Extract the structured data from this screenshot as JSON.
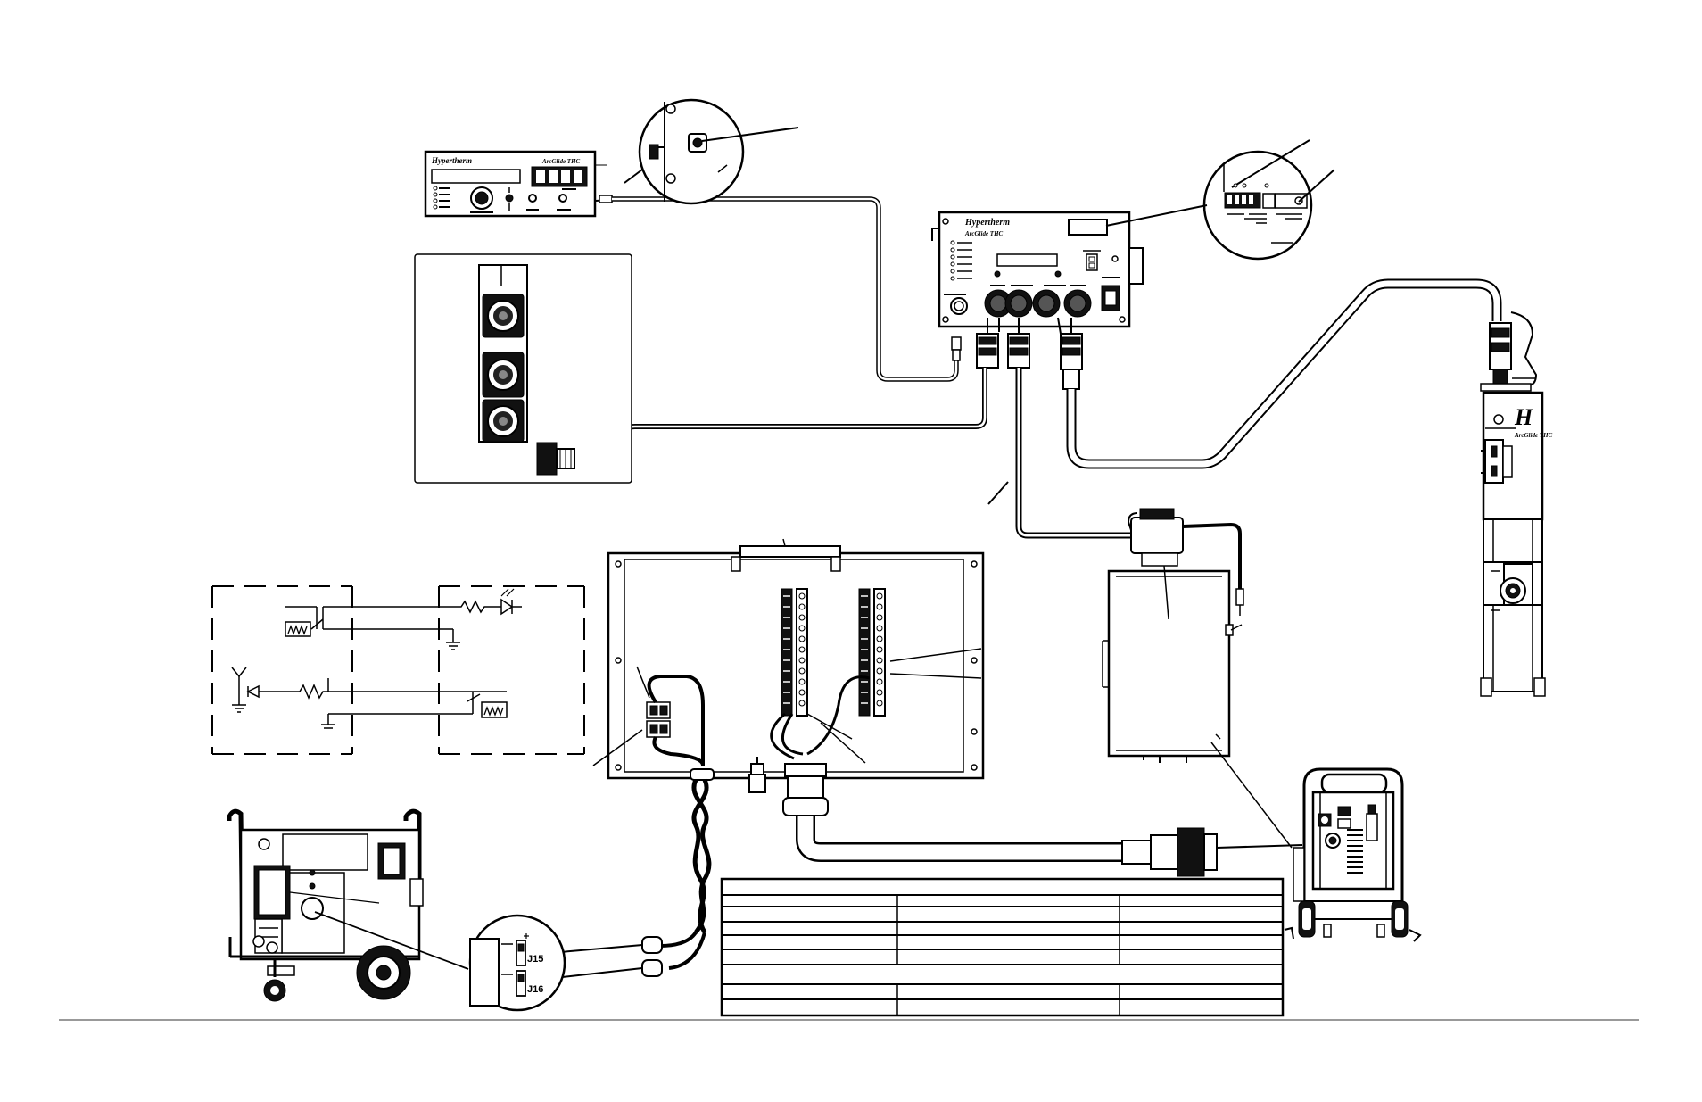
{
  "labels": {
    "control_brand": "Hypertherm",
    "control_model": "ArcGlide THC",
    "module_brand": "Hypertherm",
    "module_model": "ArcGlide THC",
    "lifter_model": "ArcGlide THC",
    "lifter_logo": "H",
    "connector_j15": "J15",
    "connector_j16": "J16"
  },
  "colors": {
    "line": "#000000",
    "background": "#ffffff",
    "panel_fill": "#d8d8d8"
  }
}
